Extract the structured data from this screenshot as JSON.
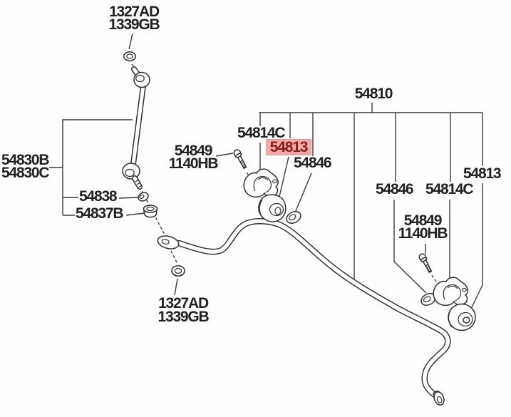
{
  "diagram": {
    "type": "exploded-parts-diagram",
    "selected_part": "54813",
    "colors": {
      "line": "#3a3a3a",
      "text": "#212121",
      "highlight_bg": "#f2a9a9",
      "highlight_text": "#8b1c1c",
      "background": "#fefefe"
    },
    "labels": {
      "top_nut": [
        "1327AD",
        "1339GB"
      ],
      "assembly": [
        "54810"
      ],
      "clamp_left": [
        "54814C"
      ],
      "bushing_left_selected": [
        "54813"
      ],
      "bolt_left": [
        "54849",
        "1140HB"
      ],
      "ring_left": [
        "54846"
      ],
      "link": [
        "54830B",
        "54830C"
      ],
      "washer": [
        "54838"
      ],
      "mount_bushing": [
        "54837B"
      ],
      "bottom_nut": [
        "1327AD",
        "1339GB"
      ],
      "ring_right": [
        "54846"
      ],
      "clamp_right": [
        "54814C"
      ],
      "bushing_right": [
        "54813"
      ],
      "bolt_right": [
        "54849",
        "1140HB"
      ]
    }
  }
}
